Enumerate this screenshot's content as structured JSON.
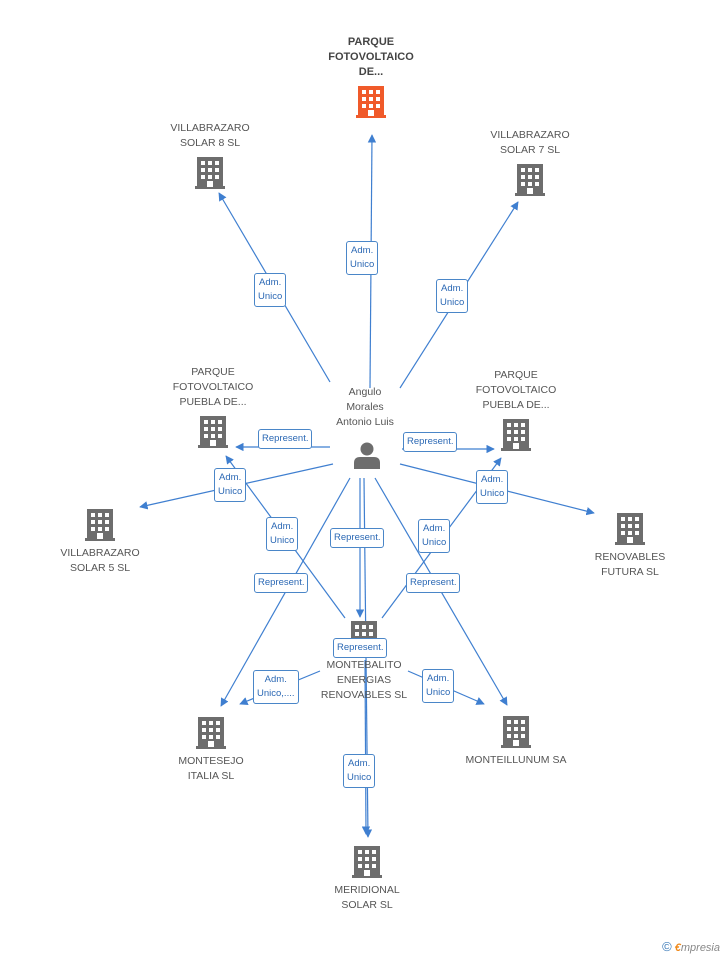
{
  "colors": {
    "edge": "#3f7fd0",
    "building": "#6d6d6d",
    "building_main": "#f05a2a",
    "person": "#6d6d6d"
  },
  "person": {
    "icon": "person-icon",
    "label_lines": [
      "Angulo",
      "Morales",
      "Antonio Luis"
    ]
  },
  "nodes": [
    {
      "id": "parque-de",
      "icon": "building-icon",
      "main": true,
      "lines": [
        "PARQUE",
        "FOTOVOLTAICO",
        "DE..."
      ]
    },
    {
      "id": "villabrazaro-8",
      "icon": "building-icon",
      "lines": [
        "VILLABRAZARO",
        "SOLAR 8 SL"
      ]
    },
    {
      "id": "villabrazaro-7",
      "icon": "building-icon",
      "lines": [
        "VILLABRAZARO",
        "SOLAR 7 SL"
      ]
    },
    {
      "id": "parque-puebla-left",
      "icon": "building-icon",
      "lines": [
        "PARQUE",
        "FOTOVOLTAICO",
        "PUEBLA DE..."
      ]
    },
    {
      "id": "parque-puebla-right",
      "icon": "building-icon",
      "lines": [
        "PARQUE",
        "FOTOVOLTAICO",
        "PUEBLA DE..."
      ]
    },
    {
      "id": "villabrazaro-5",
      "icon": "building-icon",
      "lines": [
        "VILLABRAZARO",
        "SOLAR 5 SL"
      ]
    },
    {
      "id": "renovables-futura",
      "icon": "building-icon",
      "lines": [
        "RENOVABLES",
        "FUTURA SL"
      ]
    },
    {
      "id": "montebalito",
      "icon": "building-icon",
      "lines": [
        "MONTEBALITO",
        "ENERGIAS",
        "RENOVABLES SL"
      ]
    },
    {
      "id": "montesejo",
      "icon": "building-icon",
      "lines": [
        "MONTESEJO",
        "ITALIA SL"
      ]
    },
    {
      "id": "monteillunum",
      "icon": "building-icon",
      "lines": [
        "MONTEILLUNUM SA"
      ]
    },
    {
      "id": "meridional",
      "icon": "building-icon",
      "lines": [
        "MERIDIONAL",
        "SOLAR SL"
      ]
    }
  ],
  "edges": [
    {
      "id": "to-parque-de",
      "lines": [
        "Adm.",
        "Unico"
      ]
    },
    {
      "id": "to-villabrazaro-8",
      "lines": [
        "Adm.",
        "Unico"
      ]
    },
    {
      "id": "to-villabrazaro-7",
      "lines": [
        "Adm.",
        "Unico"
      ]
    },
    {
      "id": "to-parque-puebla-left",
      "lines": [
        "Represent."
      ]
    },
    {
      "id": "to-parque-puebla-right",
      "lines": [
        "Represent."
      ]
    },
    {
      "id": "to-villabrazaro-5",
      "lines": [
        "Adm.",
        "Unico"
      ]
    },
    {
      "id": "to-renovables-futura",
      "lines": [
        "Adm.",
        "Unico"
      ]
    },
    {
      "id": "montebalito-to-left",
      "lines": [
        "Adm.",
        "Unico"
      ]
    },
    {
      "id": "montebalito-to-right",
      "lines": [
        "Adm.",
        "Unico"
      ]
    },
    {
      "id": "to-montebalito",
      "lines": [
        "Represent."
      ]
    },
    {
      "id": "to-montesejo",
      "lines": [
        "Represent."
      ]
    },
    {
      "id": "to-monteillunum",
      "lines": [
        "Represent."
      ]
    },
    {
      "id": "montebalito-to-meridional",
      "lines": [
        "Represent."
      ]
    },
    {
      "id": "montebalito-to-montesejo",
      "lines": [
        "Adm.",
        "Unico,...."
      ]
    },
    {
      "id": "montebalito-to-monteillunum",
      "lines": [
        "Adm.",
        "Unico"
      ]
    },
    {
      "id": "to-meridional",
      "lines": [
        "Adm.",
        "Unico"
      ]
    }
  ],
  "footer": {
    "copyright": "©",
    "brand_initial": "€",
    "brand_rest": "mpresia"
  }
}
